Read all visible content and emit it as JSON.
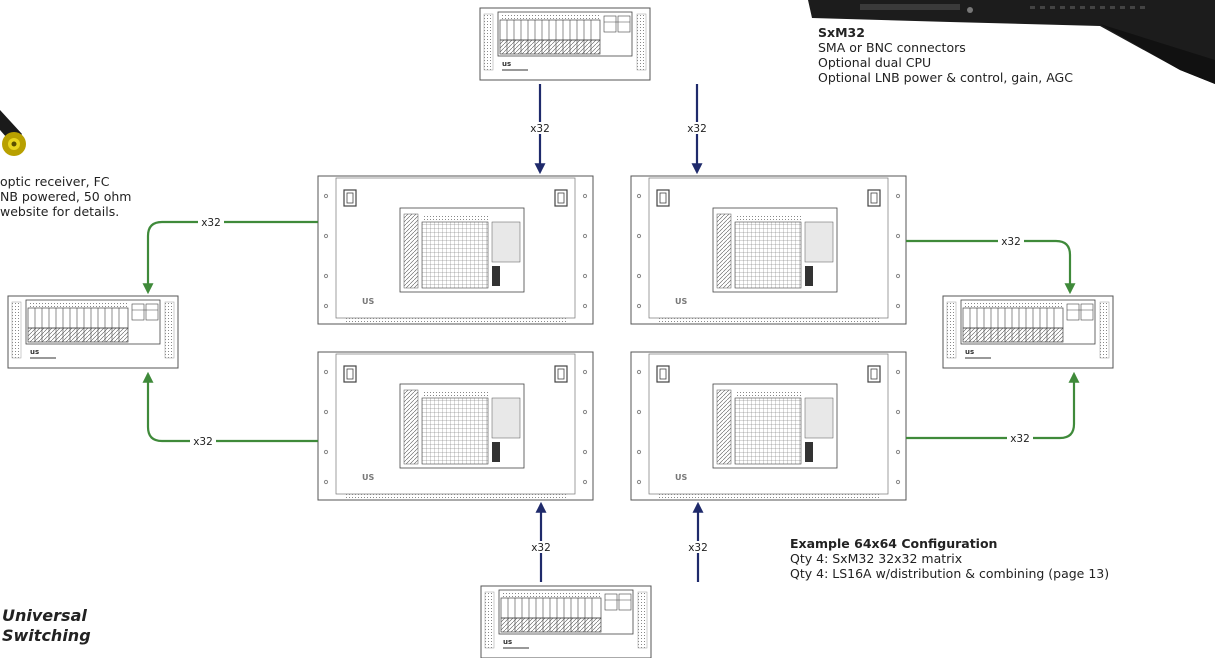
{
  "top_right": {
    "title": "SxM32",
    "lines": [
      "SMA or BNC connectors",
      "Optional dual CPU",
      "Optional LNB power & control, gain, AGC"
    ]
  },
  "left_note": {
    "lines": [
      "optic receiver, FC",
      "NB powered, 50 ohm",
      "website for details."
    ]
  },
  "example": {
    "title": "Example 64x64 Configuration",
    "lines": [
      "Qty 4: SxM32 32x32 matrix",
      "Qty 4: LS16A w/distribution & combining (page 13)"
    ]
  },
  "link_label": "x32",
  "logo": {
    "line1": "Universal",
    "line2": "Switching"
  },
  "device_badge": "us",
  "colors": {
    "navy_link": "#1f2a6b",
    "green_link": "#3f8a3a"
  }
}
